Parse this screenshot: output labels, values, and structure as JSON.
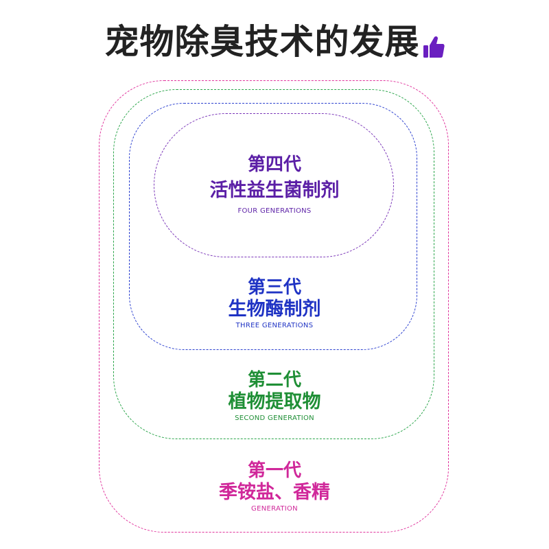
{
  "title": "宠物除臭技术的发展",
  "icons": {
    "title_icon": "thumbs-up-icon"
  },
  "colors": {
    "gen4": "#5b1fa6",
    "gen3": "#1f33c4",
    "gen2": "#1f8f36",
    "gen1": "#d0289a",
    "thumb": "#6a1fc0"
  },
  "generations": [
    {
      "generation": "第一代",
      "name": "季铵盐、香精",
      "english": "GENERATION"
    },
    {
      "generation": "第二代",
      "name": "植物提取物",
      "english": "SECOND GENERATION"
    },
    {
      "generation": "第三代",
      "name": "生物酶制剂",
      "english": "THREE GENERATIONS"
    },
    {
      "generation": "第四代",
      "name": "活性益生菌制剂",
      "english": "FOUR GENERATIONS"
    }
  ]
}
